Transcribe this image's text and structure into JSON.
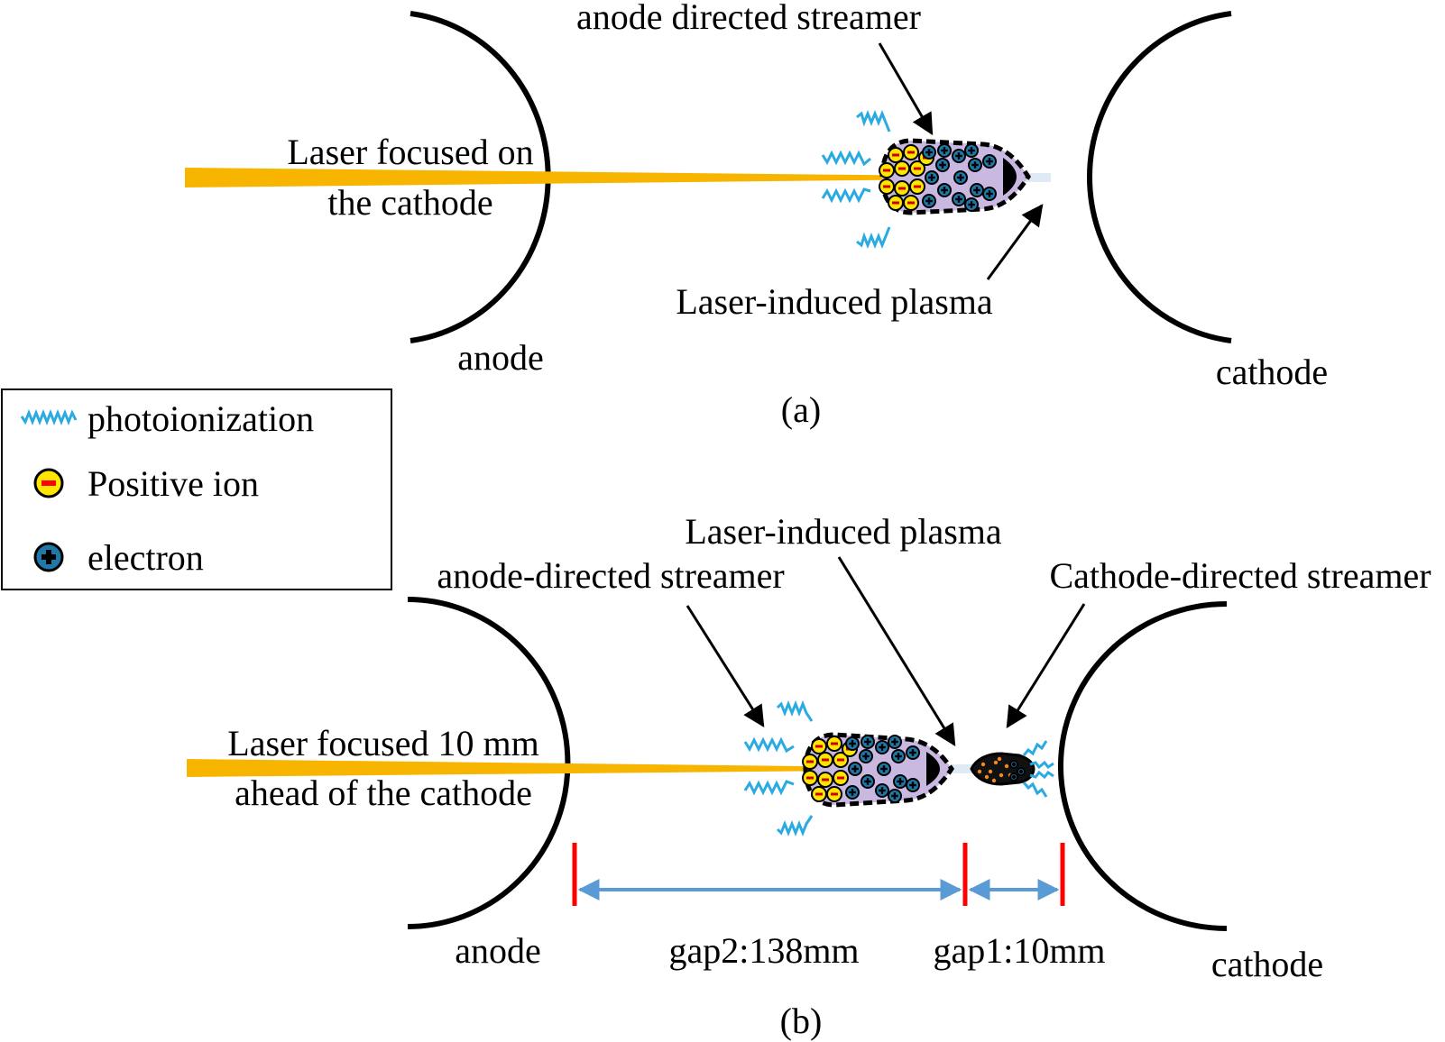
{
  "panel_a": {
    "caption": "(a)",
    "laser_label_1": "Laser focused on",
    "laser_label_2": "the cathode",
    "streamer_label": "anode directed streamer",
    "plasma_label": "Laser-induced plasma",
    "anode_label": "anode",
    "cathode_label": "cathode"
  },
  "panel_b": {
    "caption": "(b)",
    "laser_label_1": "Laser focused 10 mm",
    "laser_label_2": "ahead of the cathode",
    "plasma_label": "Laser-induced plasma",
    "anode_streamer_label": "anode-directed streamer",
    "cathode_streamer_label": "Cathode-directed streamer",
    "anode_label": "anode",
    "cathode_label": "cathode",
    "gap2_label": "gap2:138mm",
    "gap1_label": "gap1:10mm"
  },
  "legend": {
    "photoionization": "photoionization",
    "positive_ion": "Positive ion",
    "electron": "electron"
  },
  "colors": {
    "laser": "#F7B500",
    "photon": "#29ABE2",
    "ion": "#FFE600",
    "ion_ring": "#C8A000",
    "electron": "#1F78A8",
    "streamer_fill": "#C9B8E0",
    "gap_arrow": "#5B9BD5",
    "gap_marker": "#FF0000"
  }
}
